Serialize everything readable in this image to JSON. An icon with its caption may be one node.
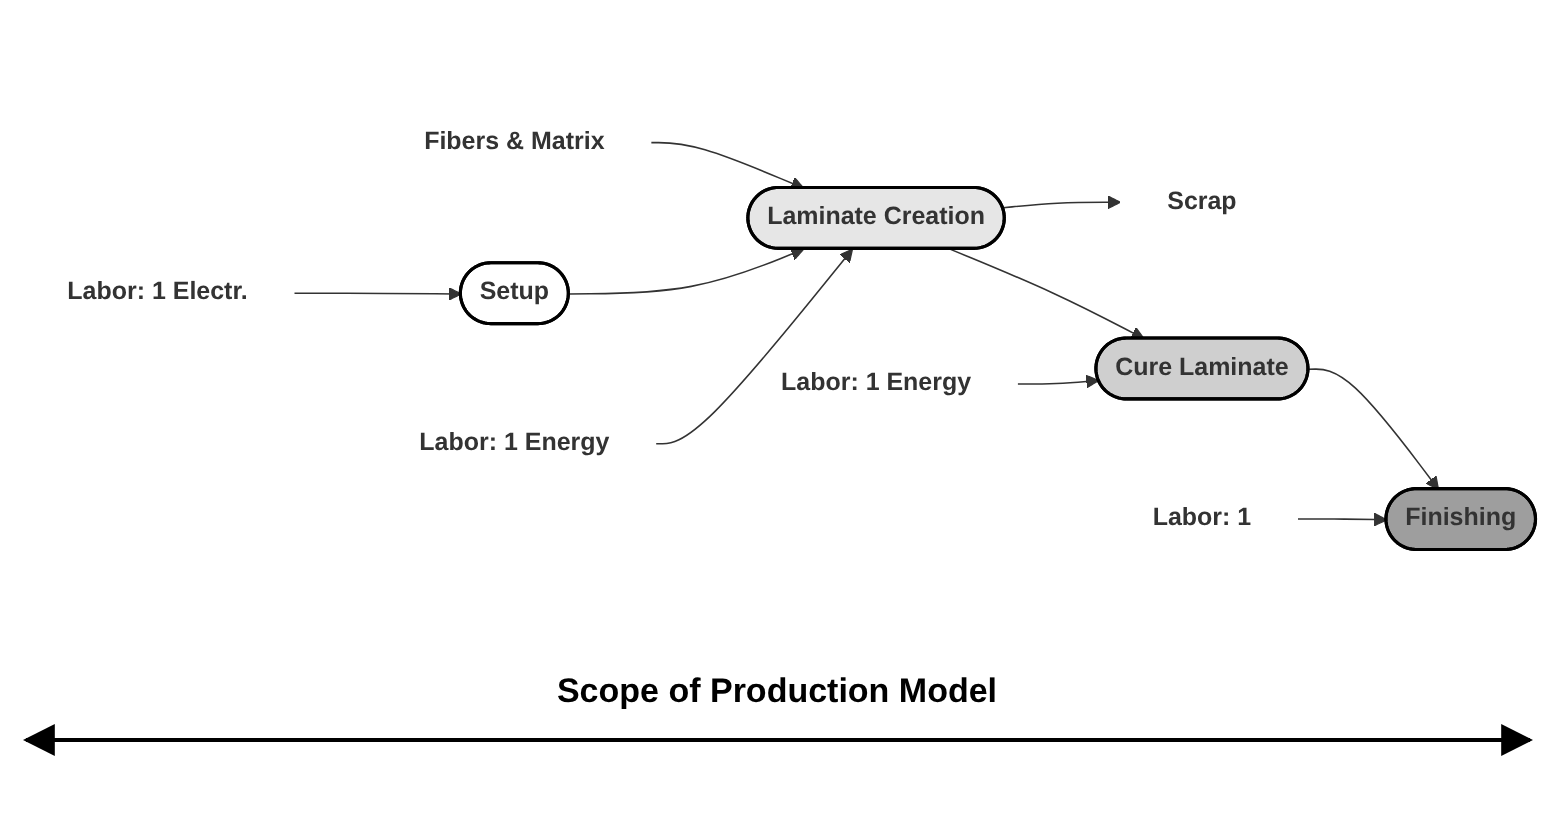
{
  "diagram": {
    "nodes": [
      {
        "text": [
          "Fibers & Matrix"
        ]
      },
      {
        "text": [
          "Setup"
        ]
      },
      {
        "text": [
          "Laminate Creation"
        ]
      },
      {
        "text": [
          "Cure Laminate"
        ]
      },
      {
        "text": [
          "Finishing"
        ]
      },
      {
        "text": [
          "Labor: 1 Electr."
        ]
      },
      {
        "text": [
          "Labor: 1 Energy"
        ]
      },
      {
        "text": [
          "Scrap"
        ]
      },
      {
        "text": [
          "Labor: 1 Energy"
        ]
      },
      {
        "text": [
          "Labor: 1"
        ]
      }
    ],
    "edges": [
      {
        "from": 1,
        "to": 2,
        "arrow": "to"
      },
      {
        "from": 2,
        "to": 3,
        "arrow": "to"
      },
      {
        "from": 3,
        "to": 4,
        "arrow": "to"
      },
      {
        "from": 0,
        "to": 2,
        "arrow": "to"
      },
      {
        "from": 5,
        "to": 1,
        "arrow": "to"
      },
      {
        "from": 6,
        "to": 2,
        "arrow": "to"
      },
      {
        "from": 2,
        "to": 7,
        "arrow": "to"
      },
      {
        "from": 8,
        "to": 3,
        "arrow": "to"
      },
      {
        "from": 9,
        "to": 4,
        "arrow": "to"
      }
    ],
    "labels": [
      "Scope of Production Model"
    ]
  }
}
